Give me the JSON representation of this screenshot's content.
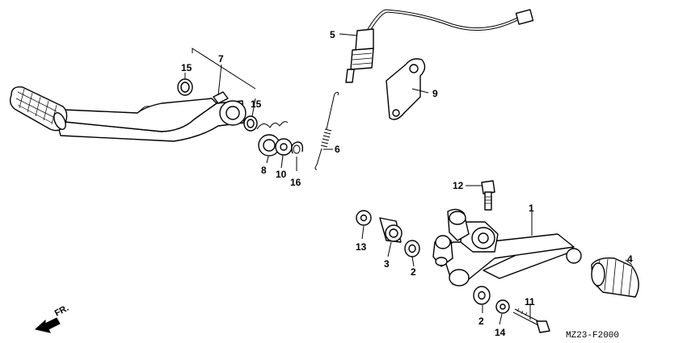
{
  "diagram": {
    "callouts": [
      {
        "id": "c1",
        "text": "1"
      },
      {
        "id": "c2a",
        "text": "2"
      },
      {
        "id": "c2b",
        "text": "2"
      },
      {
        "id": "c3",
        "text": "3"
      },
      {
        "id": "c4",
        "text": "4"
      },
      {
        "id": "c5",
        "text": "5"
      },
      {
        "id": "c6",
        "text": "6"
      },
      {
        "id": "c7",
        "text": "7"
      },
      {
        "id": "c8",
        "text": "8"
      },
      {
        "id": "c9",
        "text": "9"
      },
      {
        "id": "c10",
        "text": "10"
      },
      {
        "id": "c11",
        "text": "11"
      },
      {
        "id": "c12",
        "text": "12"
      },
      {
        "id": "c13",
        "text": "13"
      },
      {
        "id": "c14",
        "text": "14"
      },
      {
        "id": "c15a",
        "text": "15"
      },
      {
        "id": "c15b",
        "text": "15"
      },
      {
        "id": "c16",
        "text": "16"
      }
    ],
    "direction_label": "FR.",
    "drawing_code": "MZ23-F2000"
  }
}
